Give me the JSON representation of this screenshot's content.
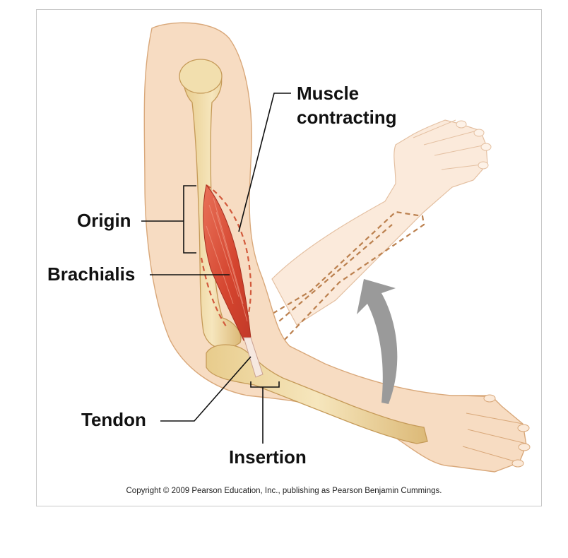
{
  "labels": {
    "muscle_contracting_line1": "Muscle",
    "muscle_contracting_line2": "contracting",
    "origin": "Origin",
    "brachialis": "Brachialis",
    "tendon": "Tendon",
    "insertion": "Insertion"
  },
  "copyright": "Copyright © 2009 Pearson Education, Inc., publishing as Pearson Benjamin Cummings.",
  "colors": {
    "skin": "#f7dcc2",
    "skin_outline": "#d9a87a",
    "bone": "#efd9a6",
    "muscle": "#d8503a",
    "dashed_outline": "#b06a30",
    "arrow": "#9a9a9a",
    "leader_lines": "#111111"
  }
}
